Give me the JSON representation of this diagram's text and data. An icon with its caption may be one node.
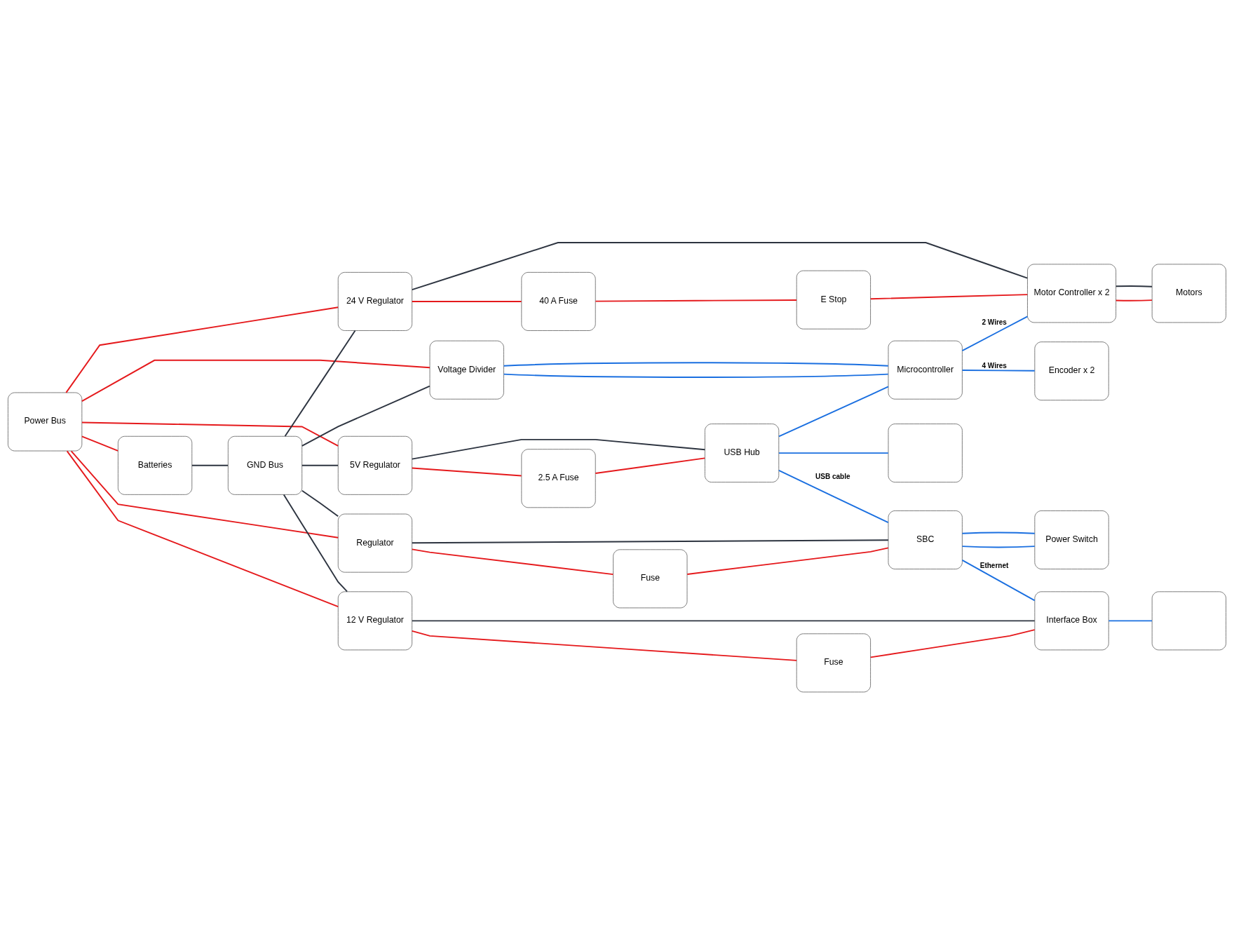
{
  "diagram": {
    "nodes": [
      {
        "text": [
          "5V Regulator"
        ]
      },
      {
        "text": [
          "2.5 A Fuse"
        ]
      },
      {
        "text": [
          "USB Hub"
        ]
      },
      {
        "text": [],
        "shape": "box"
      },
      {
        "text": [
          "Voltage Divider"
        ]
      },
      {
        "text": [
          "Microcontroller"
        ]
      },
      {
        "text": [
          "Encoder x 2"
        ]
      },
      {
        "text": [
          "Motor Controller x 2"
        ]
      },
      {
        "text": [
          "Motors"
        ]
      },
      {
        "text": [
          "24 V Regulator"
        ]
      },
      {
        "text": [
          "40 A Fuse"
        ]
      },
      {
        "text": [
          "E Stop"
        ]
      },
      {
        "text": [
          "Power Bus"
        ]
      },
      {
        "text": [
          "Regulator"
        ]
      },
      {
        "text": [
          "Fuse"
        ]
      },
      {
        "text": [
          "SBC"
        ]
      },
      {
        "text": [
          "Power Switch"
        ]
      },
      {
        "text": [
          "Batteries"
        ]
      },
      {
        "text": [
          "GND Bus"
        ]
      },
      {
        "text": [
          "12 V Regulator"
        ]
      },
      {
        "text": [
          "Fuse"
        ]
      },
      {
        "text": [
          "Interface Box"
        ]
      },
      {
        "text": [],
        "shape": "box"
      }
    ],
    "edges": [
      {
        "from": 12,
        "to": 0,
        "arrow": "none",
        "color": "#e5191c"
      },
      {
        "from": 12,
        "to": 4,
        "arrow": "none",
        "color": "#e5191c"
      },
      {
        "from": 12,
        "to": 9,
        "arrow": "none",
        "color": "#e5191c"
      },
      {
        "from": 12,
        "to": 13,
        "arrow": "none",
        "color": "#e5191c"
      },
      {
        "from": 12,
        "to": 19,
        "arrow": "none",
        "color": "#e5191c"
      },
      {
        "from": 12,
        "to": 17,
        "arrow": "none",
        "color": "#e5191c"
      },
      {
        "from": 0,
        "to": 1,
        "arrow": "none",
        "color": "#e5191c"
      },
      {
        "from": 1,
        "to": 2,
        "arrow": "none",
        "color": "#e5191c"
      },
      {
        "from": 9,
        "to": 10,
        "arrow": "none",
        "color": "#e5191c"
      },
      {
        "from": 10,
        "to": 11,
        "arrow": "none",
        "color": "#e5191c"
      },
      {
        "from": 11,
        "to": 7,
        "arrow": "none",
        "color": "#e5191c"
      },
      {
        "from": 7,
        "to": 8,
        "arrow": "none",
        "color": "#e5191c"
      },
      {
        "from": 13,
        "to": 14,
        "arrow": "none",
        "color": "#e5191c"
      },
      {
        "from": 14,
        "to": 15,
        "arrow": "none",
        "color": "#e5191c"
      },
      {
        "from": 19,
        "to": 20,
        "arrow": "none",
        "color": "#e5191c"
      },
      {
        "from": 20,
        "to": 21,
        "arrow": "none",
        "color": "#e5191c"
      },
      {
        "from": 17,
        "to": 18,
        "arrow": "none",
        "color": "#2d3440"
      },
      {
        "from": 18,
        "to": 0,
        "arrow": "none",
        "color": "#2d3440"
      },
      {
        "from": 18,
        "to": 4,
        "arrow": "none",
        "color": "#2d3440"
      },
      {
        "from": 18,
        "to": 9,
        "arrow": "none",
        "color": "#2d3440"
      },
      {
        "from": 18,
        "to": 13,
        "arrow": "none",
        "color": "#2d3440"
      },
      {
        "from": 18,
        "to": 19,
        "arrow": "none",
        "color": "#2d3440"
      },
      {
        "from": 0,
        "to": 2,
        "arrow": "none",
        "color": "#2d3440"
      },
      {
        "from": 9,
        "to": 7,
        "arrow": "none",
        "color": "#2d3440"
      },
      {
        "from": 7,
        "to": 8,
        "arrow": "none",
        "color": "#2d3440"
      },
      {
        "from": 13,
        "to": 15,
        "arrow": "none",
        "color": "#2d3440"
      },
      {
        "from": 19,
        "to": 21,
        "arrow": "none",
        "color": "#2d3440"
      },
      {
        "from": 2,
        "to": 3,
        "arrow": "none",
        "color": "#1a6fe0"
      },
      {
        "from": 2,
        "to": 5,
        "arrow": "none",
        "color": "#1a6fe0"
      },
      {
        "from": 4,
        "to": 5,
        "arrow": "none",
        "color": "#1a6fe0"
      },
      {
        "from": 4,
        "to": 5,
        "arrow": "none",
        "color": "#1a6fe0"
      },
      {
        "from": 5,
        "to": 6,
        "arrow": "none",
        "color": "#1a6fe0",
        "label": "4 Wires"
      },
      {
        "from": 5,
        "to": 7,
        "arrow": "none",
        "color": "#1a6fe0",
        "label": "2 Wires"
      },
      {
        "from": 2,
        "to": 15,
        "arrow": "none",
        "color": "#1a6fe0",
        "label": "USB cable"
      },
      {
        "from": 15,
        "to": 16,
        "arrow": "none",
        "color": "#1a6fe0"
      },
      {
        "from": 15,
        "to": 16,
        "arrow": "none",
        "color": "#1a6fe0"
      },
      {
        "from": 15,
        "to": 21,
        "arrow": "none",
        "color": "#1a6fe0",
        "label": "Ethernet"
      },
      {
        "from": 21,
        "to": 22,
        "arrow": "none",
        "color": "#1a6fe0"
      }
    ]
  }
}
